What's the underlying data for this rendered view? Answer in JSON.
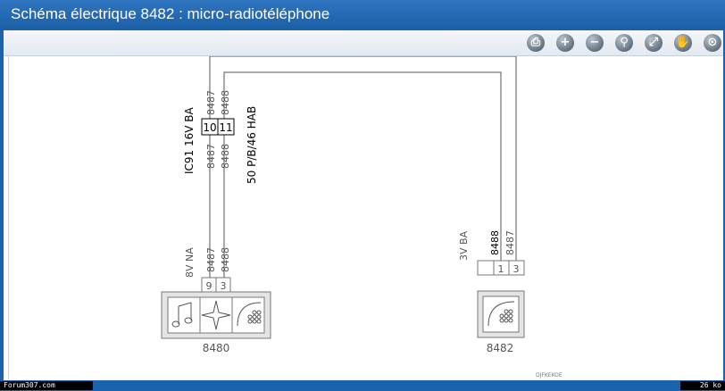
{
  "window": {
    "title": "Schéma électrique 8482 : micro-radiotéléphone"
  },
  "toolbar": {
    "buttons": [
      {
        "name": "print-icon",
        "glyph": "⎙"
      },
      {
        "name": "zoom-in-icon",
        "glyph": "+"
      },
      {
        "name": "zoom-out-icon",
        "glyph": "−"
      },
      {
        "name": "magnifier-icon",
        "glyph": "⚲"
      },
      {
        "name": "fit-icon",
        "glyph": "⤢"
      },
      {
        "name": "hand-icon",
        "glyph": "✋"
      },
      {
        "name": "binoculars-icon",
        "glyph": "⊙"
      }
    ]
  },
  "diagram": {
    "top_connector": {
      "label_top": "IC91  16V  BA",
      "label_bottom": "50  P/B/46  HAB",
      "pin_a": "10",
      "pin_b": "11",
      "wire_a_top": "8487",
      "wire_b_top": "8488",
      "wire_a_bottom": "8487",
      "wire_b_bottom": "8488"
    },
    "left_connector": {
      "label": "8V  NA",
      "wire_a": "8487",
      "wire_b": "8488",
      "pin_a": "9",
      "pin_b": "3"
    },
    "right_connector": {
      "label": "3V  BA",
      "wire_a": "8488",
      "wire_b": "8487",
      "pin_a": "1",
      "pin_b": "3"
    },
    "left_component": {
      "id": "8480"
    },
    "right_component": {
      "id": "8482"
    },
    "watermark": "DJFKEKOE"
  },
  "footer": {
    "site": "Forum307.com",
    "size": "26 ko"
  }
}
